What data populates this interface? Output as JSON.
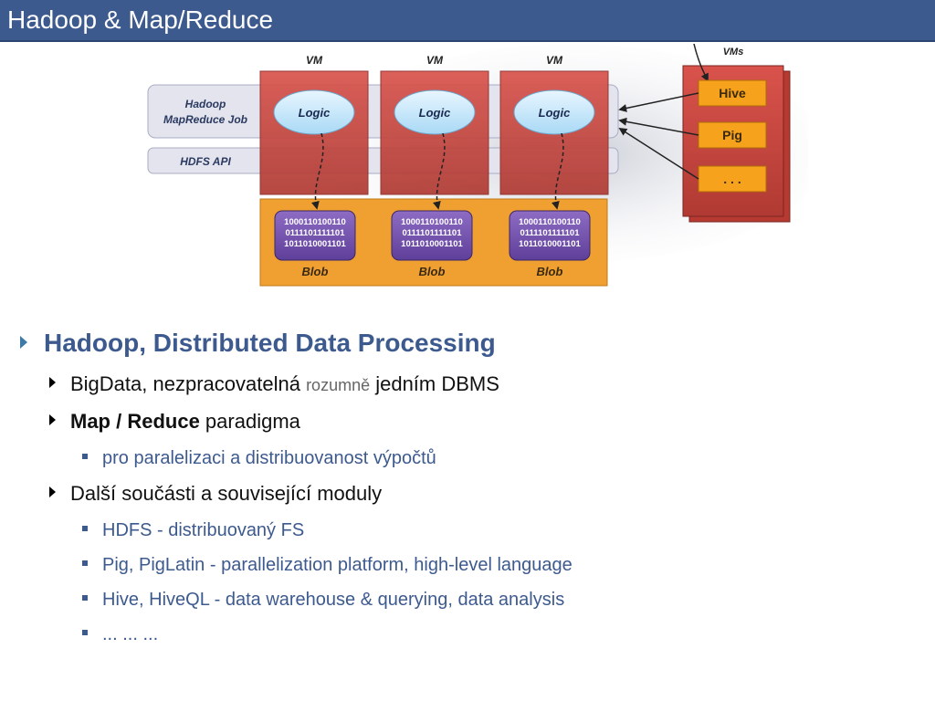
{
  "title": "Hadoop & Map/Reduce",
  "diagram": {
    "vm_label": "VM",
    "vms_label": "VMs",
    "logic_label": "Logic",
    "job_label_1": "Hadoop",
    "job_label_2": "MapReduce Job",
    "hdfs_label": "HDFS API",
    "blob_label": "Blob",
    "bits_1": "1000110100110",
    "bits_2": "0111101111101",
    "bits_3": "1011010001101",
    "tools": [
      "Hive",
      "Pig",
      ". . ."
    ]
  },
  "bullets": {
    "main": "Hadoop, Distributed Data Processing",
    "b1_a": "BigData, nezpracovatelná ",
    "b1_small": "rozumně",
    "b1_b": " jedním DBMS",
    "b2_bold": "Map / Reduce",
    "b2_rest": " paradigma",
    "b2_sub": "pro paralelizaci a distribuovanost výpočtů",
    "b3": "Další součásti a související moduly",
    "b3_subs": [
      "HDFS - distribuovaný FS",
      "Pig, PigLatin - parallelization platform, high-level language",
      "Hive, HiveQL - data warehouse & querying, data analysis",
      "... ... ..."
    ]
  }
}
